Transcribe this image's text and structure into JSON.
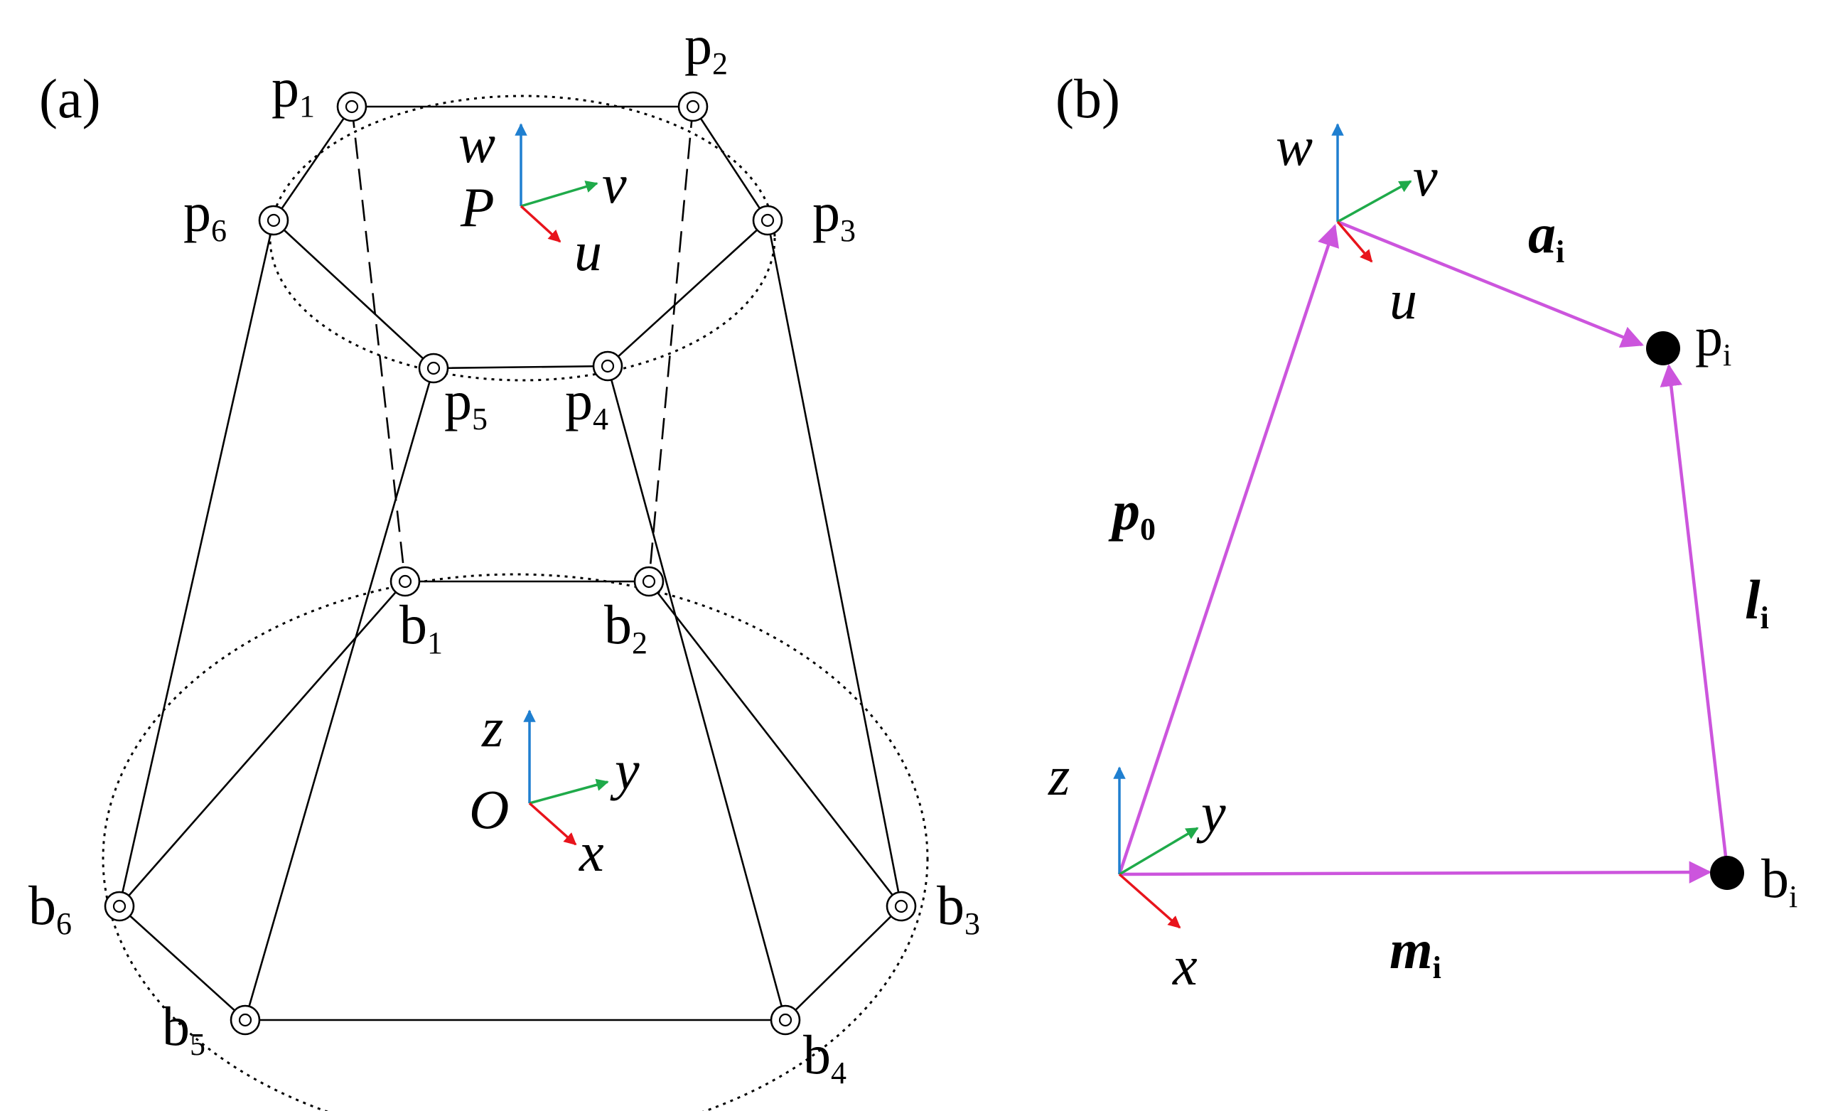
{
  "panel_a": {
    "label": "(a)",
    "top_joints": [
      {
        "letter": "p",
        "index": "1"
      },
      {
        "letter": "p",
        "index": "2"
      },
      {
        "letter": "p",
        "index": "3"
      },
      {
        "letter": "p",
        "index": "4"
      },
      {
        "letter": "p",
        "index": "5"
      },
      {
        "letter": "p",
        "index": "6"
      }
    ],
    "base_joints": [
      {
        "letter": "b",
        "index": "1"
      },
      {
        "letter": "b",
        "index": "2"
      },
      {
        "letter": "b",
        "index": "3"
      },
      {
        "letter": "b",
        "index": "4"
      },
      {
        "letter": "b",
        "index": "5"
      },
      {
        "letter": "b",
        "index": "6"
      }
    ],
    "moving_frame": {
      "origin": "P",
      "axis_u": "u",
      "axis_v": "v",
      "axis_w": "w"
    },
    "fixed_frame": {
      "origin": "O",
      "axis_x": "x",
      "axis_y": "y",
      "axis_z": "z"
    }
  },
  "panel_b": {
    "label": "(b)",
    "moving_frame": {
      "axis_u": "u",
      "axis_v": "v",
      "axis_w": "w"
    },
    "fixed_frame": {
      "axis_x": "x",
      "axis_y": "y",
      "axis_z": "z"
    },
    "point_p": {
      "letter": "p",
      "index": "i"
    },
    "point_b": {
      "letter": "b",
      "index": "i"
    },
    "vectors": {
      "p0": {
        "symbol": "p",
        "sub": "0"
      },
      "a": {
        "symbol": "a",
        "sub": "i"
      },
      "l": {
        "symbol": "l",
        "sub": "i"
      },
      "m": {
        "symbol": "m",
        "sub": "i"
      }
    }
  },
  "colors": {
    "axis_w_z": "#1f7fd0",
    "axis_v_y": "#1faa4a",
    "axis_u_x": "#e8141c",
    "vector": "#cc55dd",
    "line": "#000000"
  }
}
